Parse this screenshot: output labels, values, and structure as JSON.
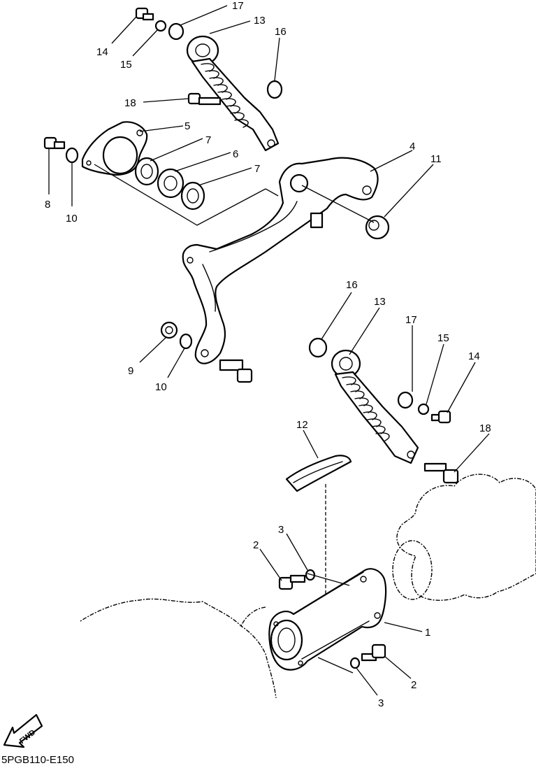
{
  "diagram_code": "5PGB110-E150",
  "fwd_label": "FWD",
  "callouts": [
    {
      "id": "c14a",
      "text": "14"
    },
    {
      "id": "c15a",
      "text": "15"
    },
    {
      "id": "c17a",
      "text": "17"
    },
    {
      "id": "c13a",
      "text": "13"
    },
    {
      "id": "c16a",
      "text": "16"
    },
    {
      "id": "c18a",
      "text": "18"
    },
    {
      "id": "c5",
      "text": "5"
    },
    {
      "id": "c7a",
      "text": "7"
    },
    {
      "id": "c6",
      "text": "6"
    },
    {
      "id": "c7b",
      "text": "7"
    },
    {
      "id": "c8",
      "text": "8"
    },
    {
      "id": "c10a",
      "text": "10"
    },
    {
      "id": "c4",
      "text": "4"
    },
    {
      "id": "c11",
      "text": "11"
    },
    {
      "id": "c16b",
      "text": "16"
    },
    {
      "id": "c13b",
      "text": "13"
    },
    {
      "id": "c17b",
      "text": "17"
    },
    {
      "id": "c15b",
      "text": "15"
    },
    {
      "id": "c14b",
      "text": "14"
    },
    {
      "id": "c9",
      "text": "9"
    },
    {
      "id": "c10b",
      "text": "10"
    },
    {
      "id": "c12",
      "text": "12"
    },
    {
      "id": "c18b",
      "text": "18"
    },
    {
      "id": "c3a",
      "text": "3"
    },
    {
      "id": "c2a",
      "text": "2"
    },
    {
      "id": "c1",
      "text": "1"
    },
    {
      "id": "c2b",
      "text": "2"
    },
    {
      "id": "c3b",
      "text": "3"
    }
  ]
}
